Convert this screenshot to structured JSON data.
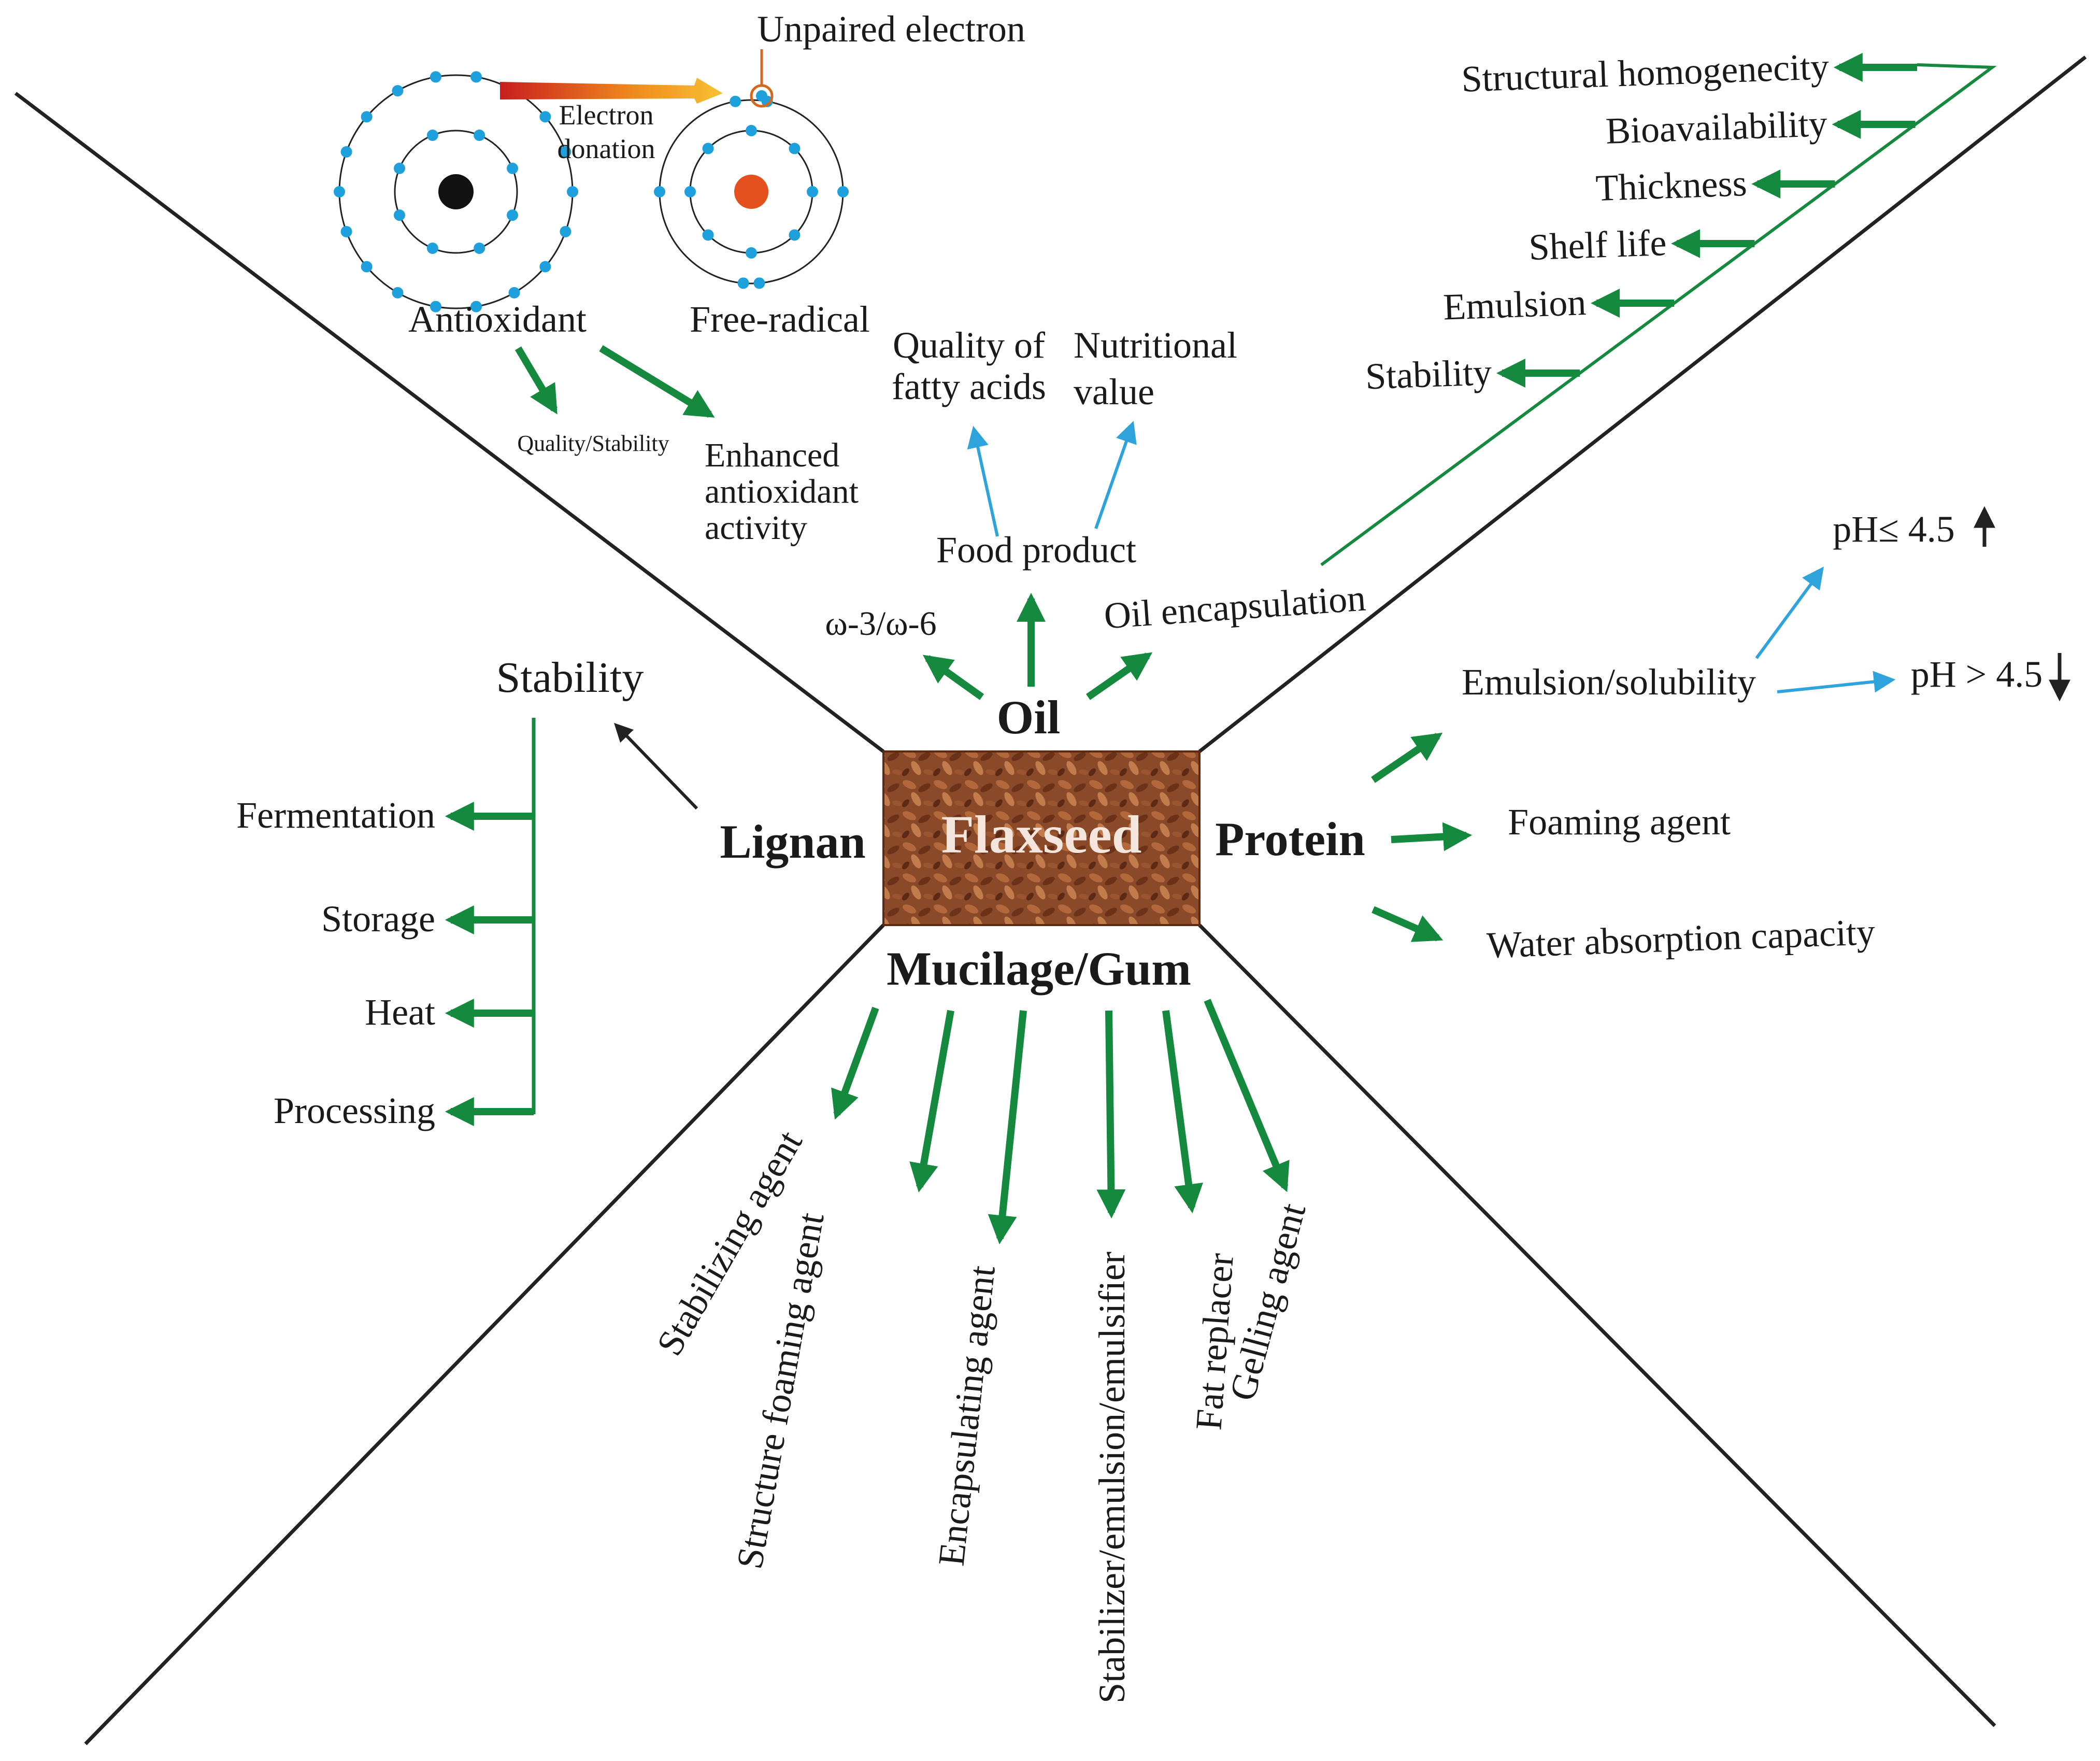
{
  "center": {
    "label": "Flaxseed"
  },
  "atoms": {
    "unpaired_label": "Unpaired electron",
    "donation_line1": "Electron",
    "donation_line2": "donation",
    "antioxidant_label": "Antioxidant",
    "freeradical_label": "Free-radical",
    "quality_stability": "Quality/Stability",
    "enhanced_line1": "Enhanced",
    "enhanced_line2": "antioxidant",
    "enhanced_line3": "activity"
  },
  "oil": {
    "title": "Oil",
    "omega": "ω-3/ω-6",
    "food_product": "Food product",
    "quality_line1": "Quality of",
    "quality_line2": "fatty acids",
    "nutritional_line1": "Nutritional",
    "nutritional_line2": "value",
    "oil_encapsulation": "Oil encapsulation",
    "encapsulation_outcomes": [
      "Structural homogenecity",
      "Bioavailability",
      "Thickness",
      "Shelf life",
      "Emulsion",
      "Stability"
    ]
  },
  "lignan": {
    "title": "Lignan",
    "stability": "Stability",
    "factors": [
      "Fermentation",
      "Storage",
      "Heat",
      "Processing"
    ]
  },
  "protein": {
    "title": "Protein",
    "emulsion_solubility": "Emulsion/solubility",
    "ph_low": "pH≤ 4.5",
    "ph_high": "pH > 4.5",
    "foaming_agent": "Foaming agent",
    "water_absorption": "Water absorption capacity"
  },
  "mucilage": {
    "title": "Mucilage/Gum",
    "uses": [
      "Stabilizing agent",
      "Structure foaming agent",
      "Encapsulating agent",
      "Stabilizer/emulsion/emulsifier",
      "Fat replacer",
      "Gelling agent"
    ]
  },
  "colors": {
    "arrow_green": "#15893d",
    "arrow_blue": "#2ea3dc",
    "electron_blue": "#1ea0dc",
    "radical_nucleus": "#e4501e",
    "antioxidant_nucleus": "#111111"
  }
}
